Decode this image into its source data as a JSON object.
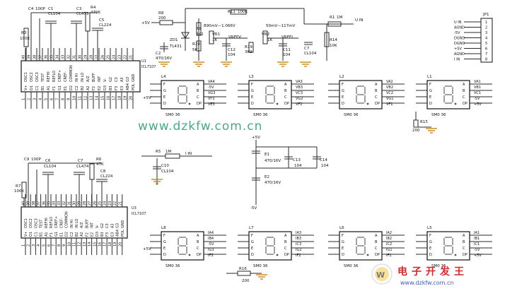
{
  "watermark": {
    "text": "www.dzkfw.com.cn"
  },
  "logo": {
    "title": "电子开发王",
    "url": "www.dzkfw.com.cn"
  },
  "supply": {
    "vplus": "+5V",
    "vminus": "-5V",
    "uin": "U IN"
  },
  "top_circuit": {
    "ic1": {
      "ref": "U1",
      "part": "ICL7107"
    },
    "refs": [
      {
        "ref": "C4",
        "val": "100P"
      },
      {
        "ref": "C1",
        "val": "CL104"
      },
      {
        "ref": "C3",
        "val": "CL473"
      },
      {
        "ref": "R4",
        "val": "470K"
      },
      {
        "ref": "C5",
        "val": "CL224"
      },
      {
        "ref": "R3",
        "val": "100K"
      },
      {
        "ref": "R8",
        "val": "200"
      },
      {
        "ref": "ZD1",
        "val": "TL431"
      },
      {
        "ref": "C2",
        "val": "470/16V"
      },
      {
        "ref": "R9",
        "val": "3K2"
      },
      {
        "ref": "R10",
        "val": "5K1"
      },
      {
        "ref": "VR1",
        "val": "1K"
      },
      {
        "ref": "C12",
        "val": "104"
      },
      {
        "ref": "R19",
        "val": "3K9"
      },
      {
        "ref": "VR2",
        "val": "1K"
      },
      {
        "ref": "C11",
        "val": "104"
      },
      {
        "ref": "R11",
        "val": "100K"
      },
      {
        "ref": "R1",
        "val": "1M"
      },
      {
        "ref": "R14",
        "val": "10K"
      },
      {
        "ref": "C7",
        "val": "CL104"
      }
    ],
    "vref_labels": [
      "890mV—1.066V",
      "50mV—117mV"
    ],
    "net_labels": [
      "VREFV",
      "VREFI",
      "U IN"
    ]
  },
  "ic_pins_top": [
    "40",
    "39",
    "38",
    "37",
    "36",
    "35",
    "34",
    "33",
    "32",
    "31",
    "30",
    "29",
    "28",
    "27",
    "26",
    "25",
    "24",
    "23",
    "22",
    "21"
  ],
  "ic_pins_bot": [
    "1",
    "2",
    "3",
    "4",
    "5",
    "6",
    "7",
    "8",
    "9",
    "10",
    "11",
    "12",
    "13",
    "14",
    "15",
    "16",
    "17",
    "18",
    "19",
    "20"
  ],
  "ic_sig_top": [
    "OSC1",
    "OSC2",
    "OSC3",
    "TEST",
    "REFHI",
    "REFLO",
    "CREF+",
    "CREF-",
    "COMMON",
    "IN HI",
    "IN LO",
    "A/Z",
    "BUFF",
    "INT",
    "V-",
    "G2",
    "C3",
    "A3",
    "G3",
    "GND"
  ],
  "ic_sig_bot": [
    "V+",
    "D1",
    "C1",
    "B1",
    "A1",
    "F1",
    "G1",
    "E1",
    "D2",
    "C2",
    "B2",
    "A2",
    "F2",
    "E2",
    "D3",
    "B3",
    "F3",
    "E3",
    "AB4",
    "POL"
  ],
  "connector": {
    "ref": "JP1",
    "pins": [
      "U IN",
      "AGND",
      "-5V",
      "DGND",
      "DGND",
      "+5V",
      "AGND",
      "I IN"
    ],
    "nums": [
      "1",
      "2",
      "3",
      "4",
      "5",
      "6",
      "7",
      "8"
    ]
  },
  "displays_top": [
    {
      "ref": "L4",
      "part": "SM0 36",
      "nets": [
        "VA4",
        "-5V",
        "VG3",
        "VF3",
        "VE3"
      ]
    },
    {
      "ref": "L3",
      "part": "SM0 36",
      "nets": [
        "VA3",
        "VB3",
        "VC3",
        "VG2",
        "VF2"
      ]
    },
    {
      "ref": "L2",
      "part": "SM0 36",
      "nets": [
        "VA2",
        "VB2",
        "VC2",
        "VG1",
        "VF1"
      ]
    },
    {
      "ref": "L1",
      "part": "SM0 36",
      "nets": [
        "VA1",
        "VB1",
        "VC1",
        "-5V",
        "+5V"
      ]
    }
  ],
  "displays_bottom": [
    {
      "ref": "L8",
      "part": "SM0 36",
      "nets": [
        "IA4",
        "IB4",
        "-5V",
        "IG3",
        "IF3"
      ]
    },
    {
      "ref": "L7",
      "part": "SM0 36",
      "nets": [
        "IA3",
        "IB3",
        "IC3",
        "IG2",
        "IF2"
      ]
    },
    {
      "ref": "L6",
      "part": "SM0 36",
      "nets": [
        "IA2",
        "IB2",
        "IC2",
        "IG1",
        "IF1"
      ]
    },
    {
      "ref": "L5",
      "part": "SM0 36",
      "nets": [
        "IA1",
        "IB1",
        "IC1",
        "-5V",
        "+5V"
      ]
    }
  ],
  "mid_circuit": {
    "r15": {
      "ref": "R15",
      "val": "200"
    },
    "r5": {
      "ref": "R5",
      "val": "1M"
    },
    "iin": "I IN",
    "c13": {
      "ref": "C13",
      "val": "104"
    },
    "c14": {
      "ref": "C14",
      "val": "104"
    },
    "e1": {
      "ref": "E1",
      "val": "470/16V"
    },
    "e2": {
      "ref": "E2",
      "val": "470/16V"
    },
    "c10": {
      "ref": "C10",
      "val": "CL104"
    }
  },
  "bottom_circuit": {
    "ic2": {
      "ref": "U3",
      "part": "ICL7107"
    },
    "refs": [
      {
        "ref": "C9",
        "val": "100P"
      },
      {
        "ref": "C6",
        "val": "CL104"
      },
      {
        "ref": "C7",
        "val": "CL474"
      },
      {
        "ref": "R6",
        "val": "47K"
      },
      {
        "ref": "C8",
        "val": "CL224"
      },
      {
        "ref": "R7",
        "val": "100K"
      }
    ],
    "r16": {
      "ref": "R16",
      "val": "200"
    }
  },
  "seg_letters": [
    "F",
    "G",
    "E",
    "D",
    "A",
    "B",
    "C",
    "DP"
  ]
}
